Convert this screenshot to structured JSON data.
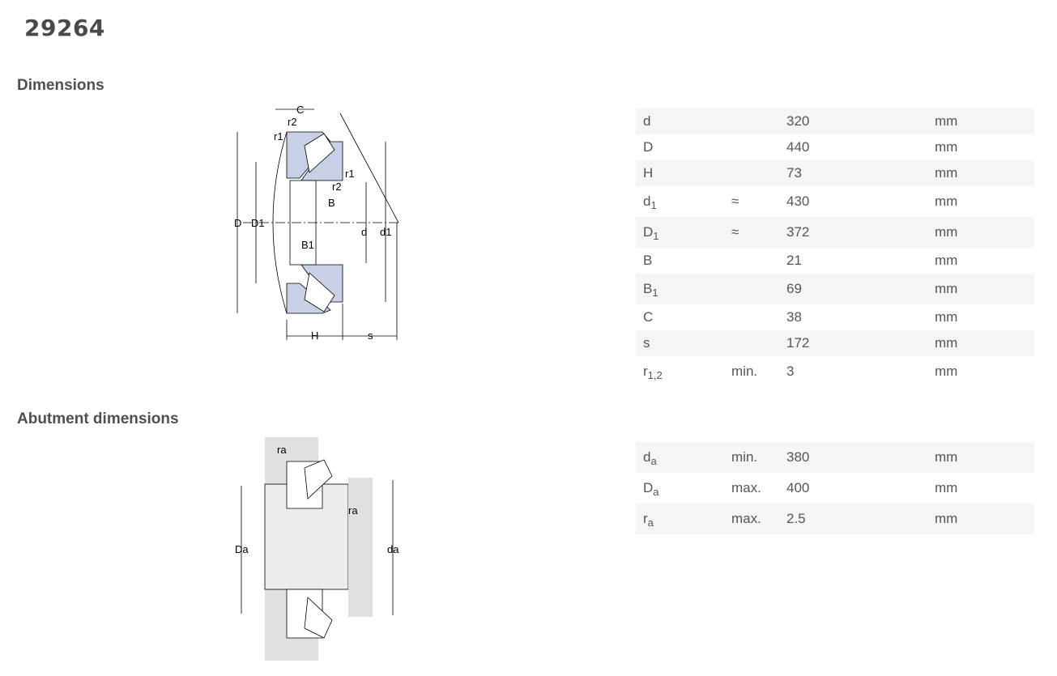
{
  "title": "29264",
  "sections": {
    "dimensions": "Dimensions",
    "abutment": "Abutment dimensions"
  },
  "dimensions": [
    {
      "sym": "d",
      "sub": "",
      "q": "",
      "val": "320",
      "unit": "mm"
    },
    {
      "sym": "D",
      "sub": "",
      "q": "",
      "val": "440",
      "unit": "mm"
    },
    {
      "sym": "H",
      "sub": "",
      "q": "",
      "val": "73",
      "unit": "mm"
    },
    {
      "sym": "d",
      "sub": "1",
      "q": "≈",
      "val": "430",
      "unit": "mm"
    },
    {
      "sym": "D",
      "sub": "1",
      "q": "≈",
      "val": "372",
      "unit": "mm"
    },
    {
      "sym": "B",
      "sub": "",
      "q": "",
      "val": "21",
      "unit": "mm"
    },
    {
      "sym": "B",
      "sub": "1",
      "q": "",
      "val": "69",
      "unit": "mm"
    },
    {
      "sym": "C",
      "sub": "",
      "q": "",
      "val": "38",
      "unit": "mm"
    },
    {
      "sym": "s",
      "sub": "",
      "q": "",
      "val": "172",
      "unit": "mm"
    },
    {
      "sym": "r",
      "sub": "1,2",
      "q": "min.",
      "val": "3",
      "unit": "mm"
    }
  ],
  "abutment": [
    {
      "sym": "d",
      "sub": "a",
      "q": "min.",
      "val": "380",
      "unit": "mm"
    },
    {
      "sym": "D",
      "sub": "a",
      "q": "max.",
      "val": "400",
      "unit": "mm"
    },
    {
      "sym": "r",
      "sub": "a",
      "q": "max.",
      "val": "2.5",
      "unit": "mm"
    }
  ],
  "diagram1": {
    "C": "C",
    "r2": "r2",
    "r1": "r1",
    "D": "D",
    "D1": "D1",
    "B": "B",
    "B1": "B1",
    "d": "d",
    "d1": "d1",
    "H": "H",
    "s": "s"
  },
  "diagram2": {
    "ra": "ra",
    "Da": "Da",
    "da": "da"
  },
  "colors": {
    "ring": "#c8d0e6",
    "housing": "#e0e0e0"
  }
}
